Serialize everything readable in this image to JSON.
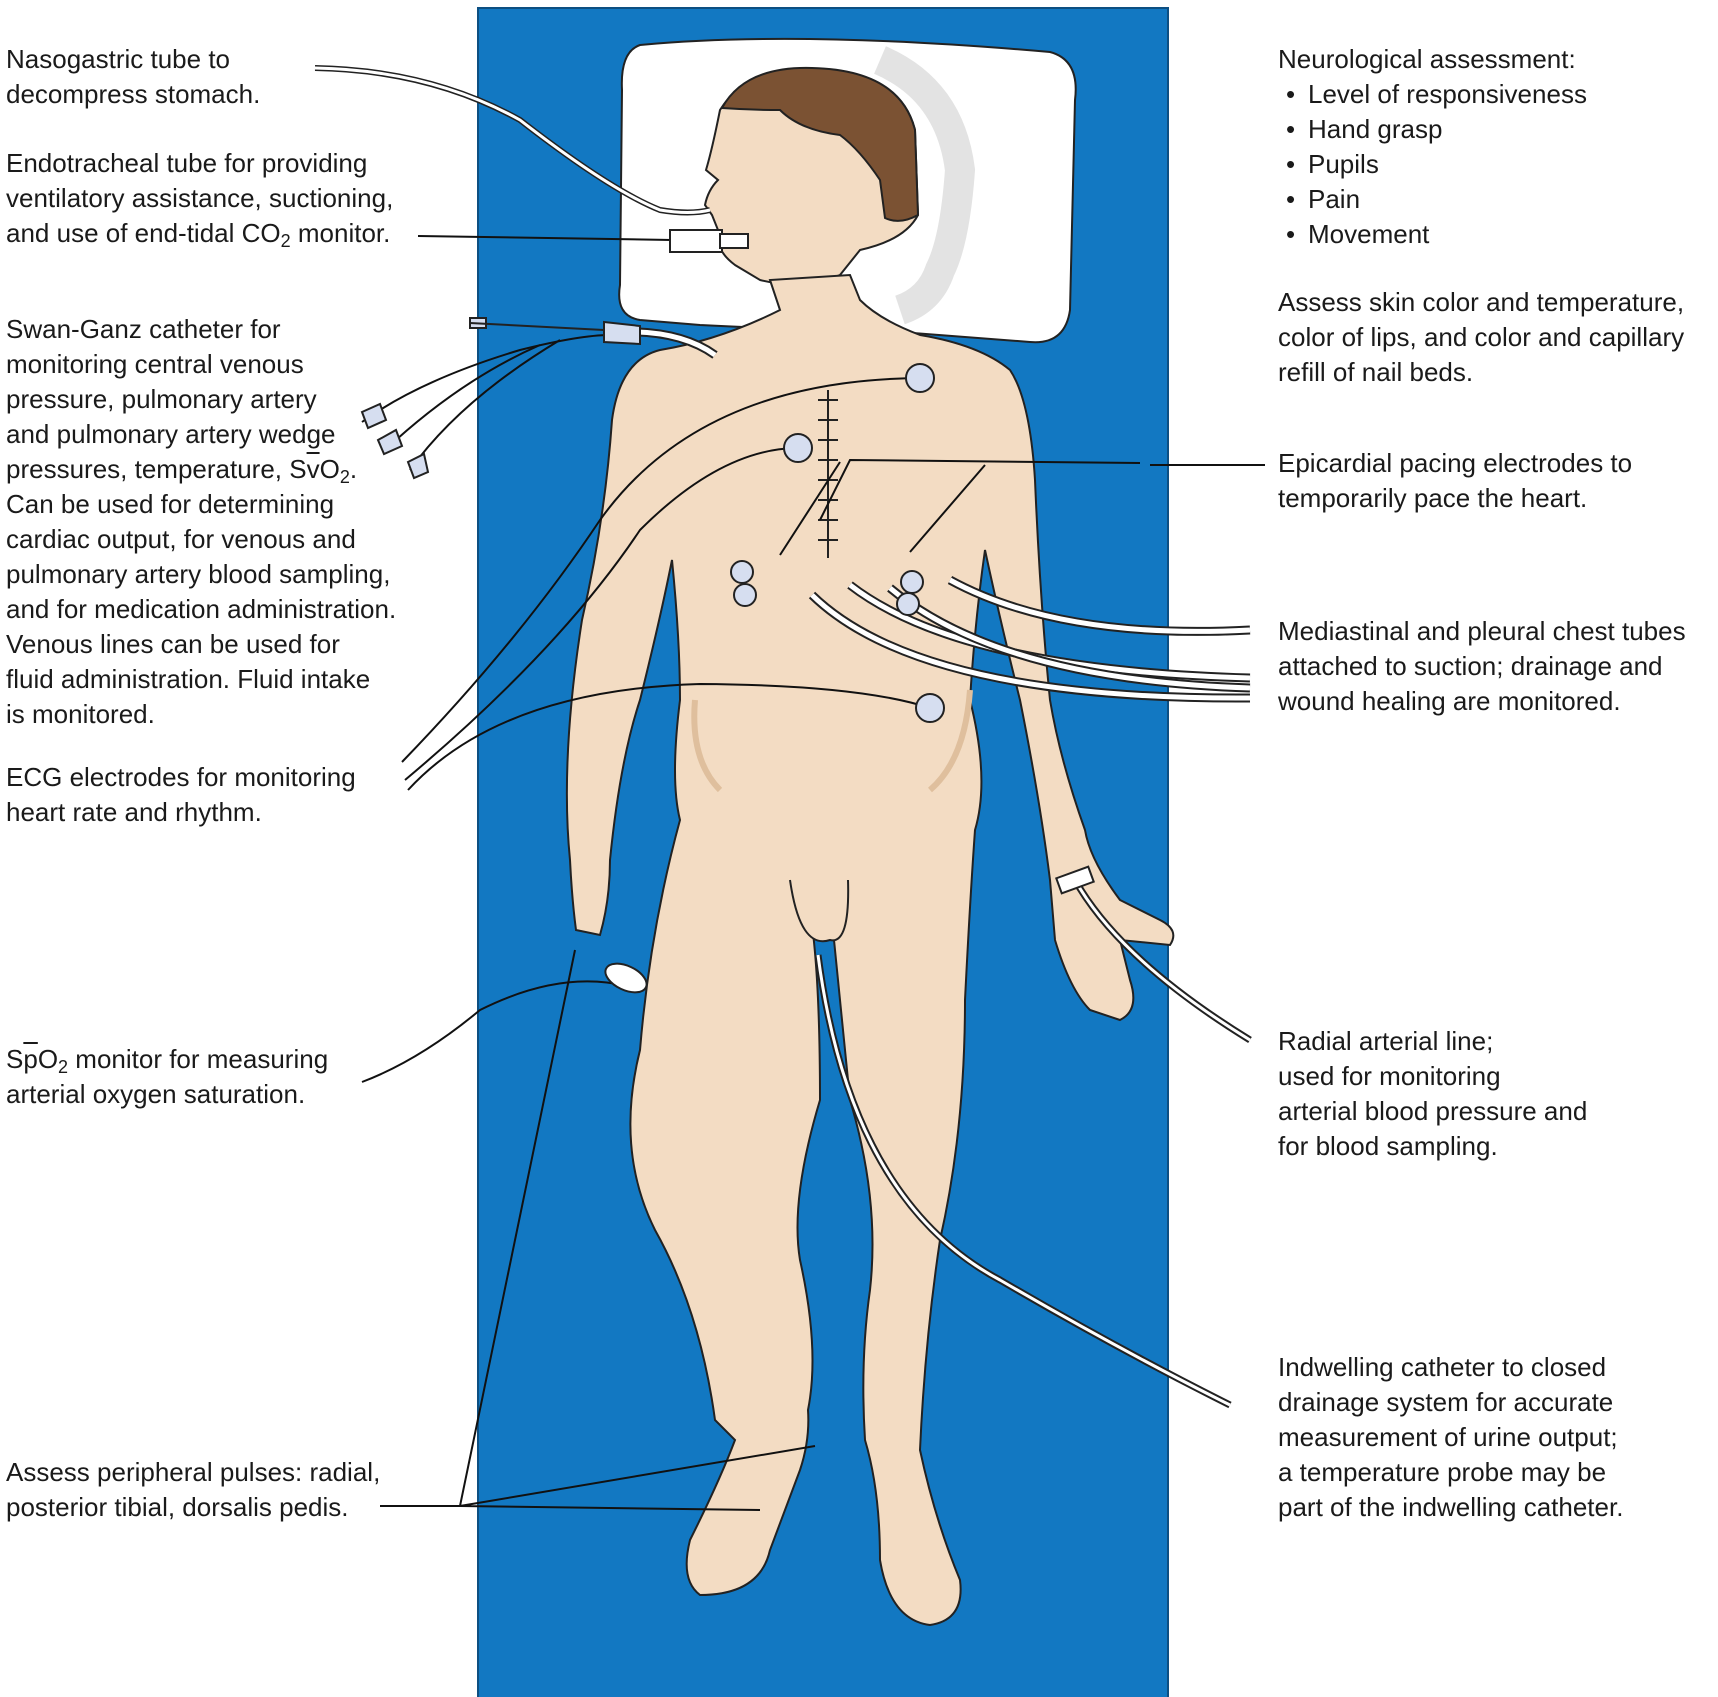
{
  "colors": {
    "mat": "#1278c2",
    "skin": "#f3dcc3",
    "skin_shadow": "#dfbf9d",
    "hair": "#7b5233",
    "pillow": "#ffffff",
    "electrode": "#d6def0",
    "line": "#111111"
  },
  "labels": {
    "nasogastric": [
      "Nasogastric tube to",
      "decompress stomach."
    ],
    "endotracheal": {
      "line1": "Endotracheal tube for providing",
      "line2": "ventilatory assistance, suctioning,",
      "line3_pre": "and use of end-tidal CO",
      "line3_sub": "2",
      "line3_post": " monitor."
    },
    "swan_ganz": {
      "lines_a": [
        "Swan-Ganz catheter for",
        "monitoring central venous",
        "pressure, pulmonary artery",
        "and pulmonary artery wedge"
      ],
      "line_svo2_pre": "pressures, temperature, S",
      "line_svo2_over": "v",
      "line_svo2_mid": "O",
      "line_svo2_sub": "2",
      "line_svo2_post": ".",
      "lines_b": [
        "Can be used for determining",
        "cardiac output, for venous and",
        "pulmonary artery blood sampling,",
        "and for medication administration.",
        "Venous lines can be used for",
        "fluid administration. Fluid intake",
        "is monitored."
      ]
    },
    "ecg": [
      "ECG electrodes for monitoring",
      "heart rate and rhythm."
    ],
    "spo2": {
      "pre": "S",
      "over": "p",
      "mid": "O",
      "sub": "2",
      "post": " monitor for measuring",
      "line2": "arterial oxygen saturation."
    },
    "pulses": [
      "Assess peripheral pulses: radial,",
      "posterior tibial, dorsalis pedis."
    ],
    "neuro": {
      "title": "Neurological assessment:",
      "items": [
        "Level of responsiveness",
        "Hand grasp",
        "Pupils",
        "Pain",
        "Movement"
      ]
    },
    "skin": [
      "Assess skin color and temperature,",
      "color of lips, and color and capillary",
      "refill of nail beds."
    ],
    "epicardial": [
      "Epicardial pacing electrodes to",
      "temporarily pace the heart."
    ],
    "chest_tubes": [
      "Mediastinal and pleural chest tubes",
      "attached to suction; drainage and",
      "wound healing are monitored."
    ],
    "radial_line": [
      "Radial arterial line;",
      "used for monitoring",
      "arterial blood pressure and",
      "for blood sampling."
    ],
    "indwelling": [
      "Indwelling catheter to closed",
      "drainage system for accurate",
      "measurement of urine output;",
      "a temperature probe may be",
      "part of the indwelling catheter."
    ]
  }
}
